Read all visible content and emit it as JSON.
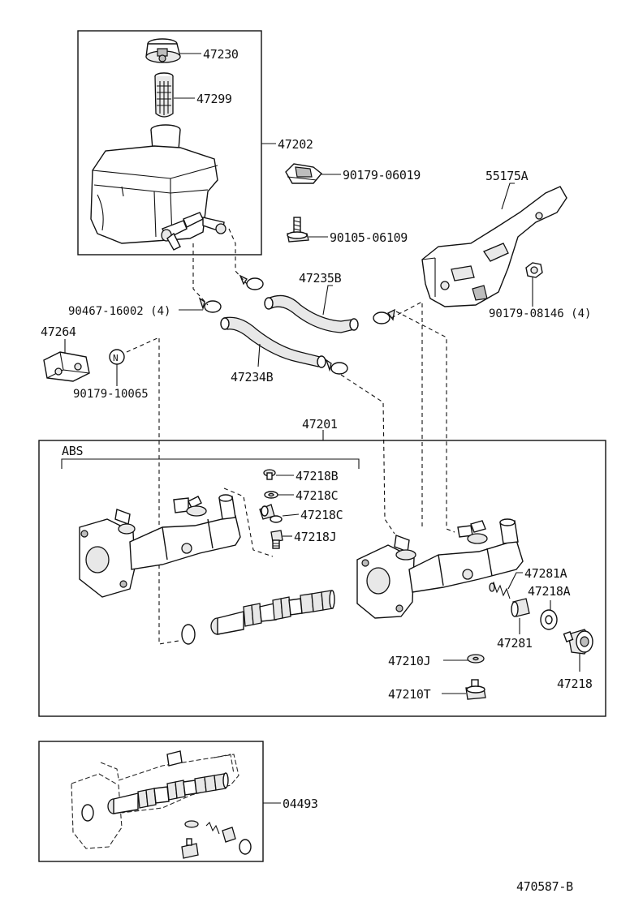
{
  "diagram_id": "470587-B",
  "labels": {
    "p47230": "47230",
    "p47299": "47299",
    "p47202": "47202",
    "p90179_06019": "90179-06019",
    "p55175A": "55175A",
    "p90105_06109": "90105-06109",
    "p47235B": "47235B",
    "p90179_08146": "90179-08146 (4)",
    "p90467_16002": "90467-16002 (4)",
    "p47264": "47264",
    "p47234B": "47234B",
    "p90179_10065": "90179-10065",
    "p47201": "47201",
    "abs": "ABS",
    "p47218B": "47218B",
    "p47218C_1": "47218C",
    "p47218C_2": "47218C",
    "p47218J": "47218J",
    "p47281A": "47281A",
    "p47218A": "47218A",
    "p47281": "47281",
    "p47210J": "47210J",
    "p47218": "47218",
    "p47210T": "47210T",
    "p04493": "04493",
    "n_marker": "N"
  }
}
